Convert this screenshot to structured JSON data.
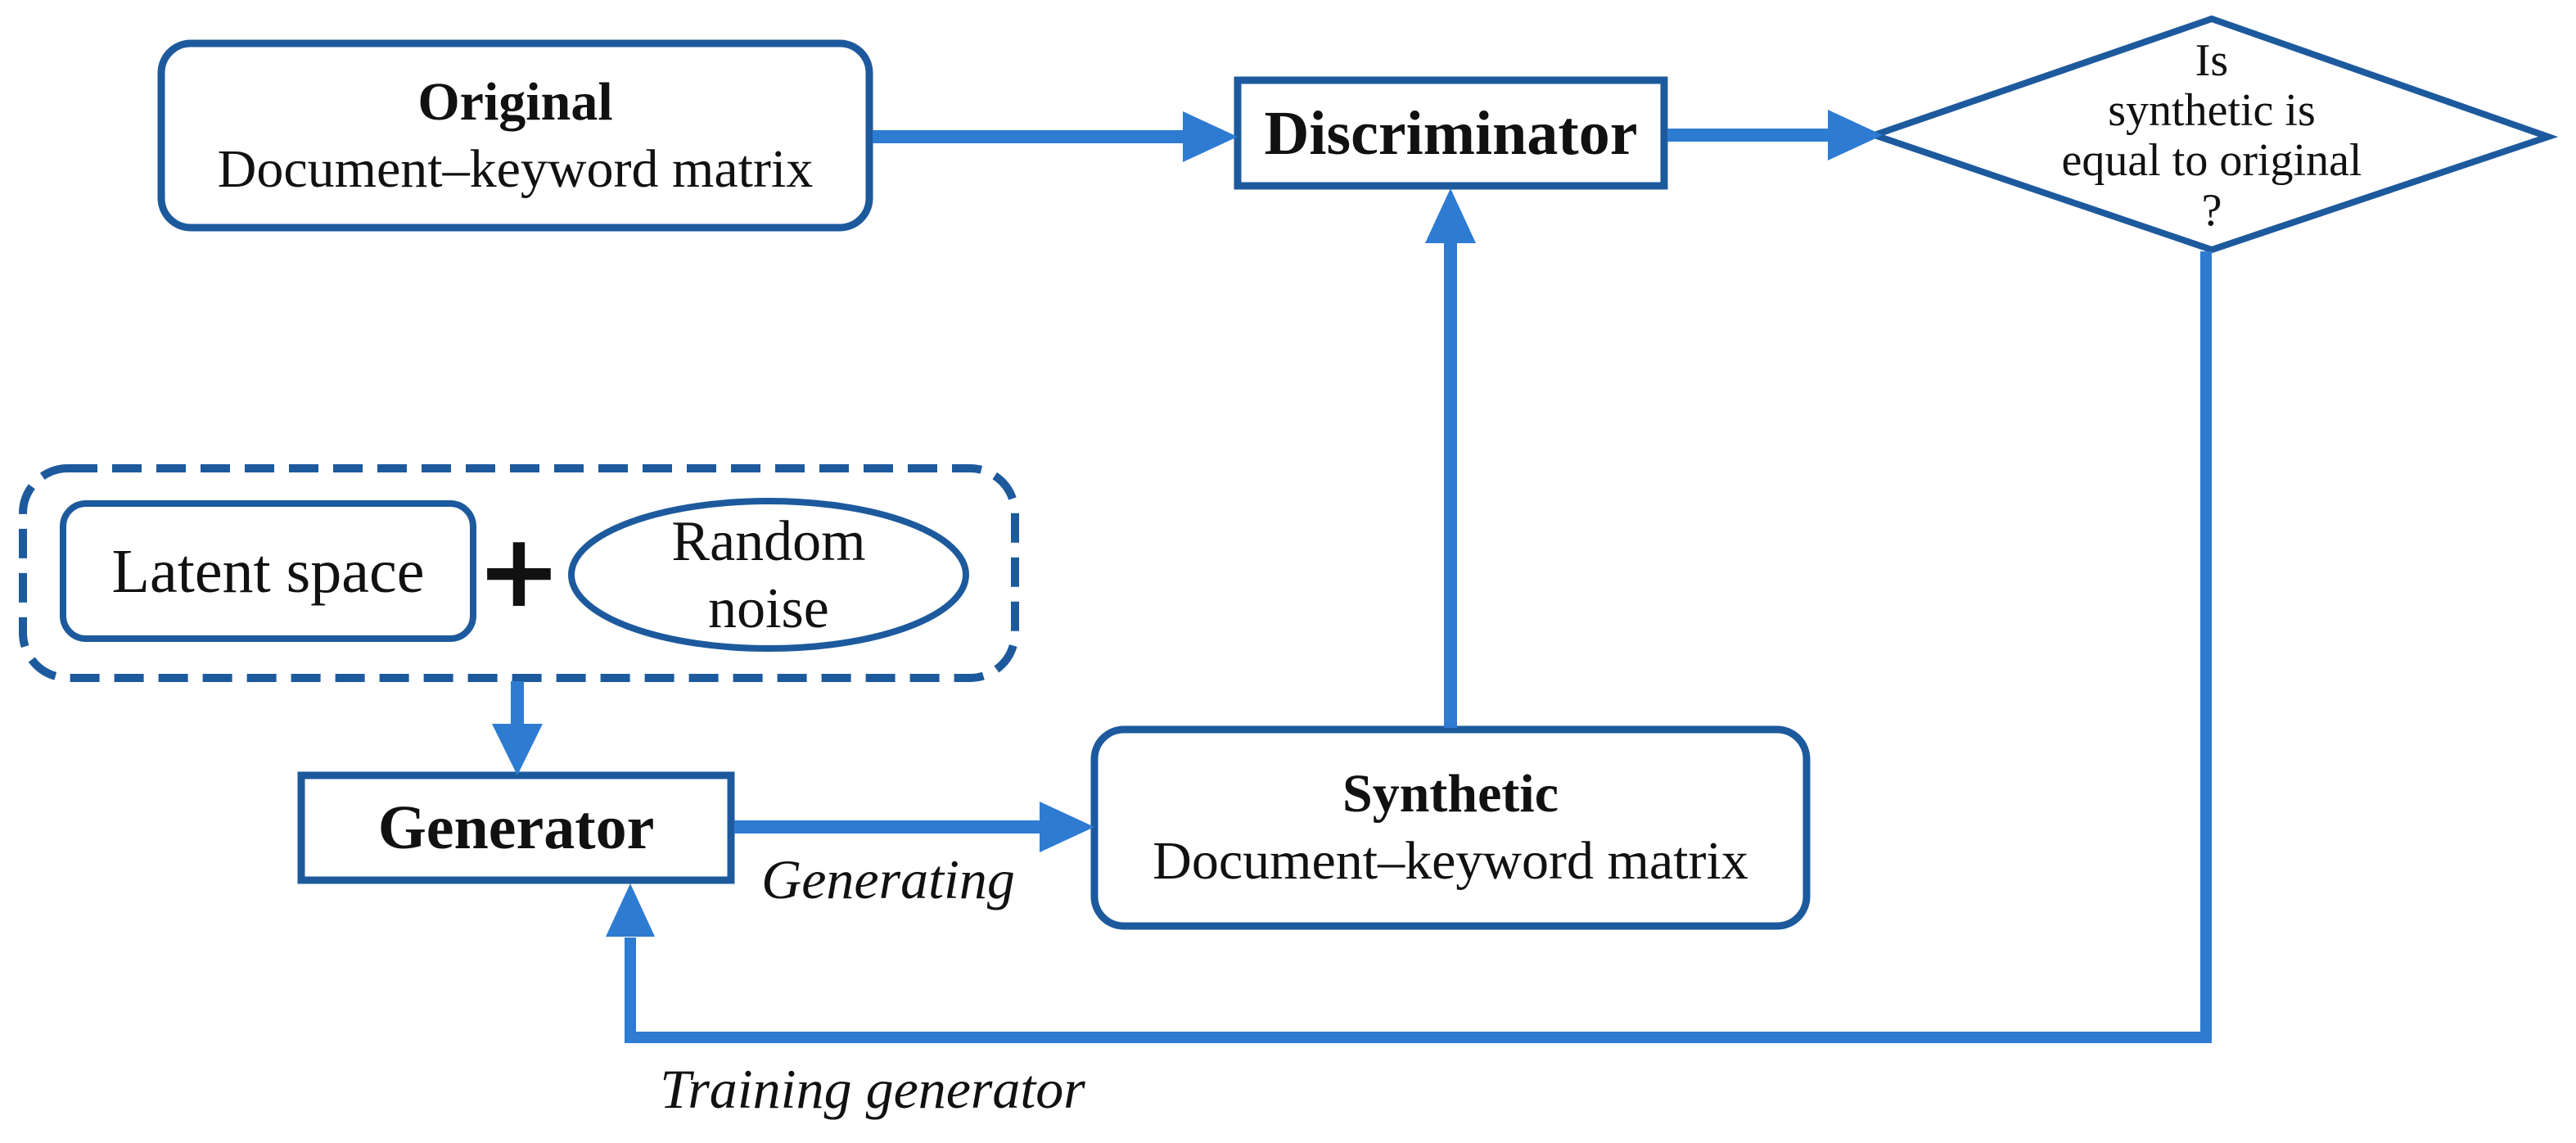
{
  "diagram": {
    "colors": {
      "outline": "#1d5a9d",
      "arrow": "#2e7bd2",
      "text": "#111111",
      "background": "#ffffff"
    },
    "nodes": {
      "original": {
        "title": "Original",
        "subtitle": "Document–keyword matrix"
      },
      "discriminator": {
        "label": "Discriminator"
      },
      "decision": {
        "lines": [
          "Is",
          "synthetic is",
          "equal to original",
          "?"
        ]
      },
      "latent": {
        "label": "Latent space"
      },
      "plus": {
        "symbol": "+"
      },
      "noise": {
        "lines": [
          "Random",
          "noise"
        ]
      },
      "generator": {
        "label": "Generator"
      },
      "synthetic": {
        "title": "Synthetic",
        "subtitle": "Document–keyword matrix"
      }
    },
    "edges": {
      "generating_label": "Generating",
      "training_label": "Training generator"
    }
  }
}
